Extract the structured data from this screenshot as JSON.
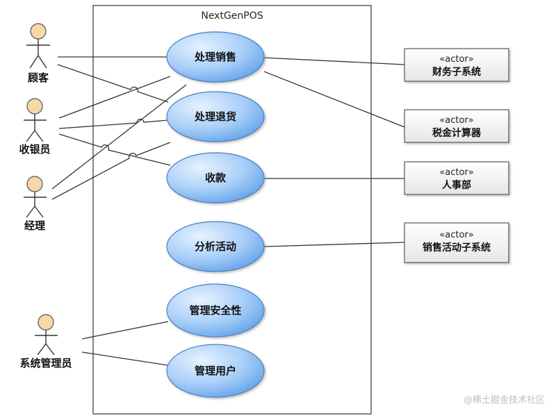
{
  "system": {
    "title": "NextGenPOS"
  },
  "actors": {
    "customer": "顾客",
    "cashier": "收银员",
    "manager": "经理",
    "sysadmin": "系统管理员"
  },
  "use_cases": {
    "process_sale": "处理销售",
    "process_return": "处理退货",
    "collect_payment": "收款",
    "analyze_activity": "分析活动",
    "manage_security": "管理安全性",
    "manage_users": "管理用户"
  },
  "external_systems": {
    "stereotype": "«actor»",
    "accounting": "财务子系统",
    "tax": "税金计算器",
    "hr": "人事部",
    "sales_activity": "销售活动子系统"
  },
  "watermark": "@稀土掘金技术社区",
  "colors": {
    "usecase_fill_top": "#e3f0ff",
    "usecase_fill_bottom": "#6aa8f0",
    "usecase_stroke": "#4a7fc0",
    "actor_head": "#f6d7a7",
    "box_fill_top": "#ffffff",
    "box_fill_bottom": "#e9e9e9"
  },
  "icons": {
    "actor": "stick-figure-icon"
  }
}
